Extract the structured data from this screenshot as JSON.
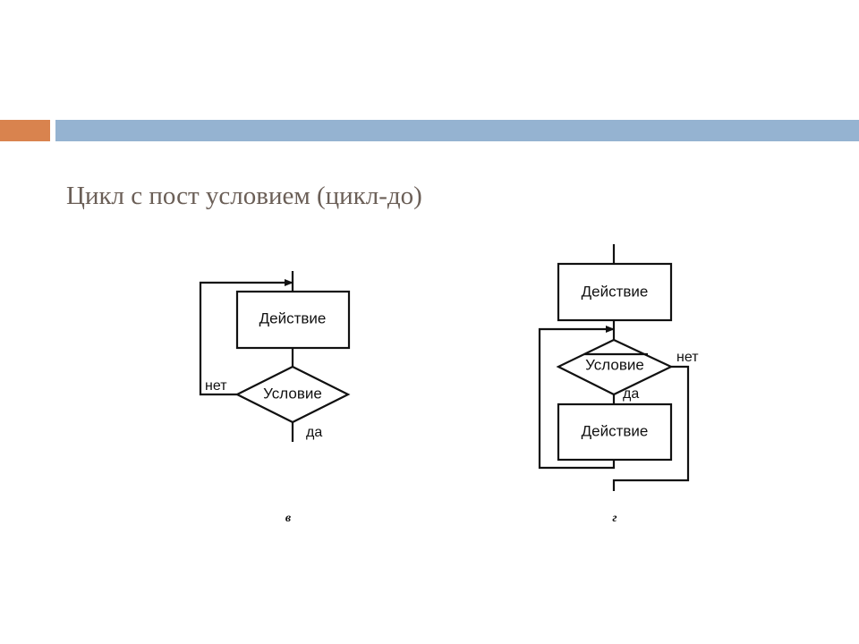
{
  "slide": {
    "title": "Цикл с пост условием (цикл-до)",
    "colors": {
      "accent_orange": "#d9834e",
      "accent_blue": "#95b3d1",
      "title_text": "#6b5f57"
    }
  },
  "diagram_v": {
    "action_label": "Действие",
    "condition_label": "Условие",
    "no_label": "нет",
    "yes_label": "да",
    "caption": "в"
  },
  "diagram_g": {
    "action1_label": "Действие",
    "condition_label": "Условие",
    "no_label": "нет",
    "yes_label": "да",
    "action2_label": "Действие",
    "caption": "г"
  }
}
